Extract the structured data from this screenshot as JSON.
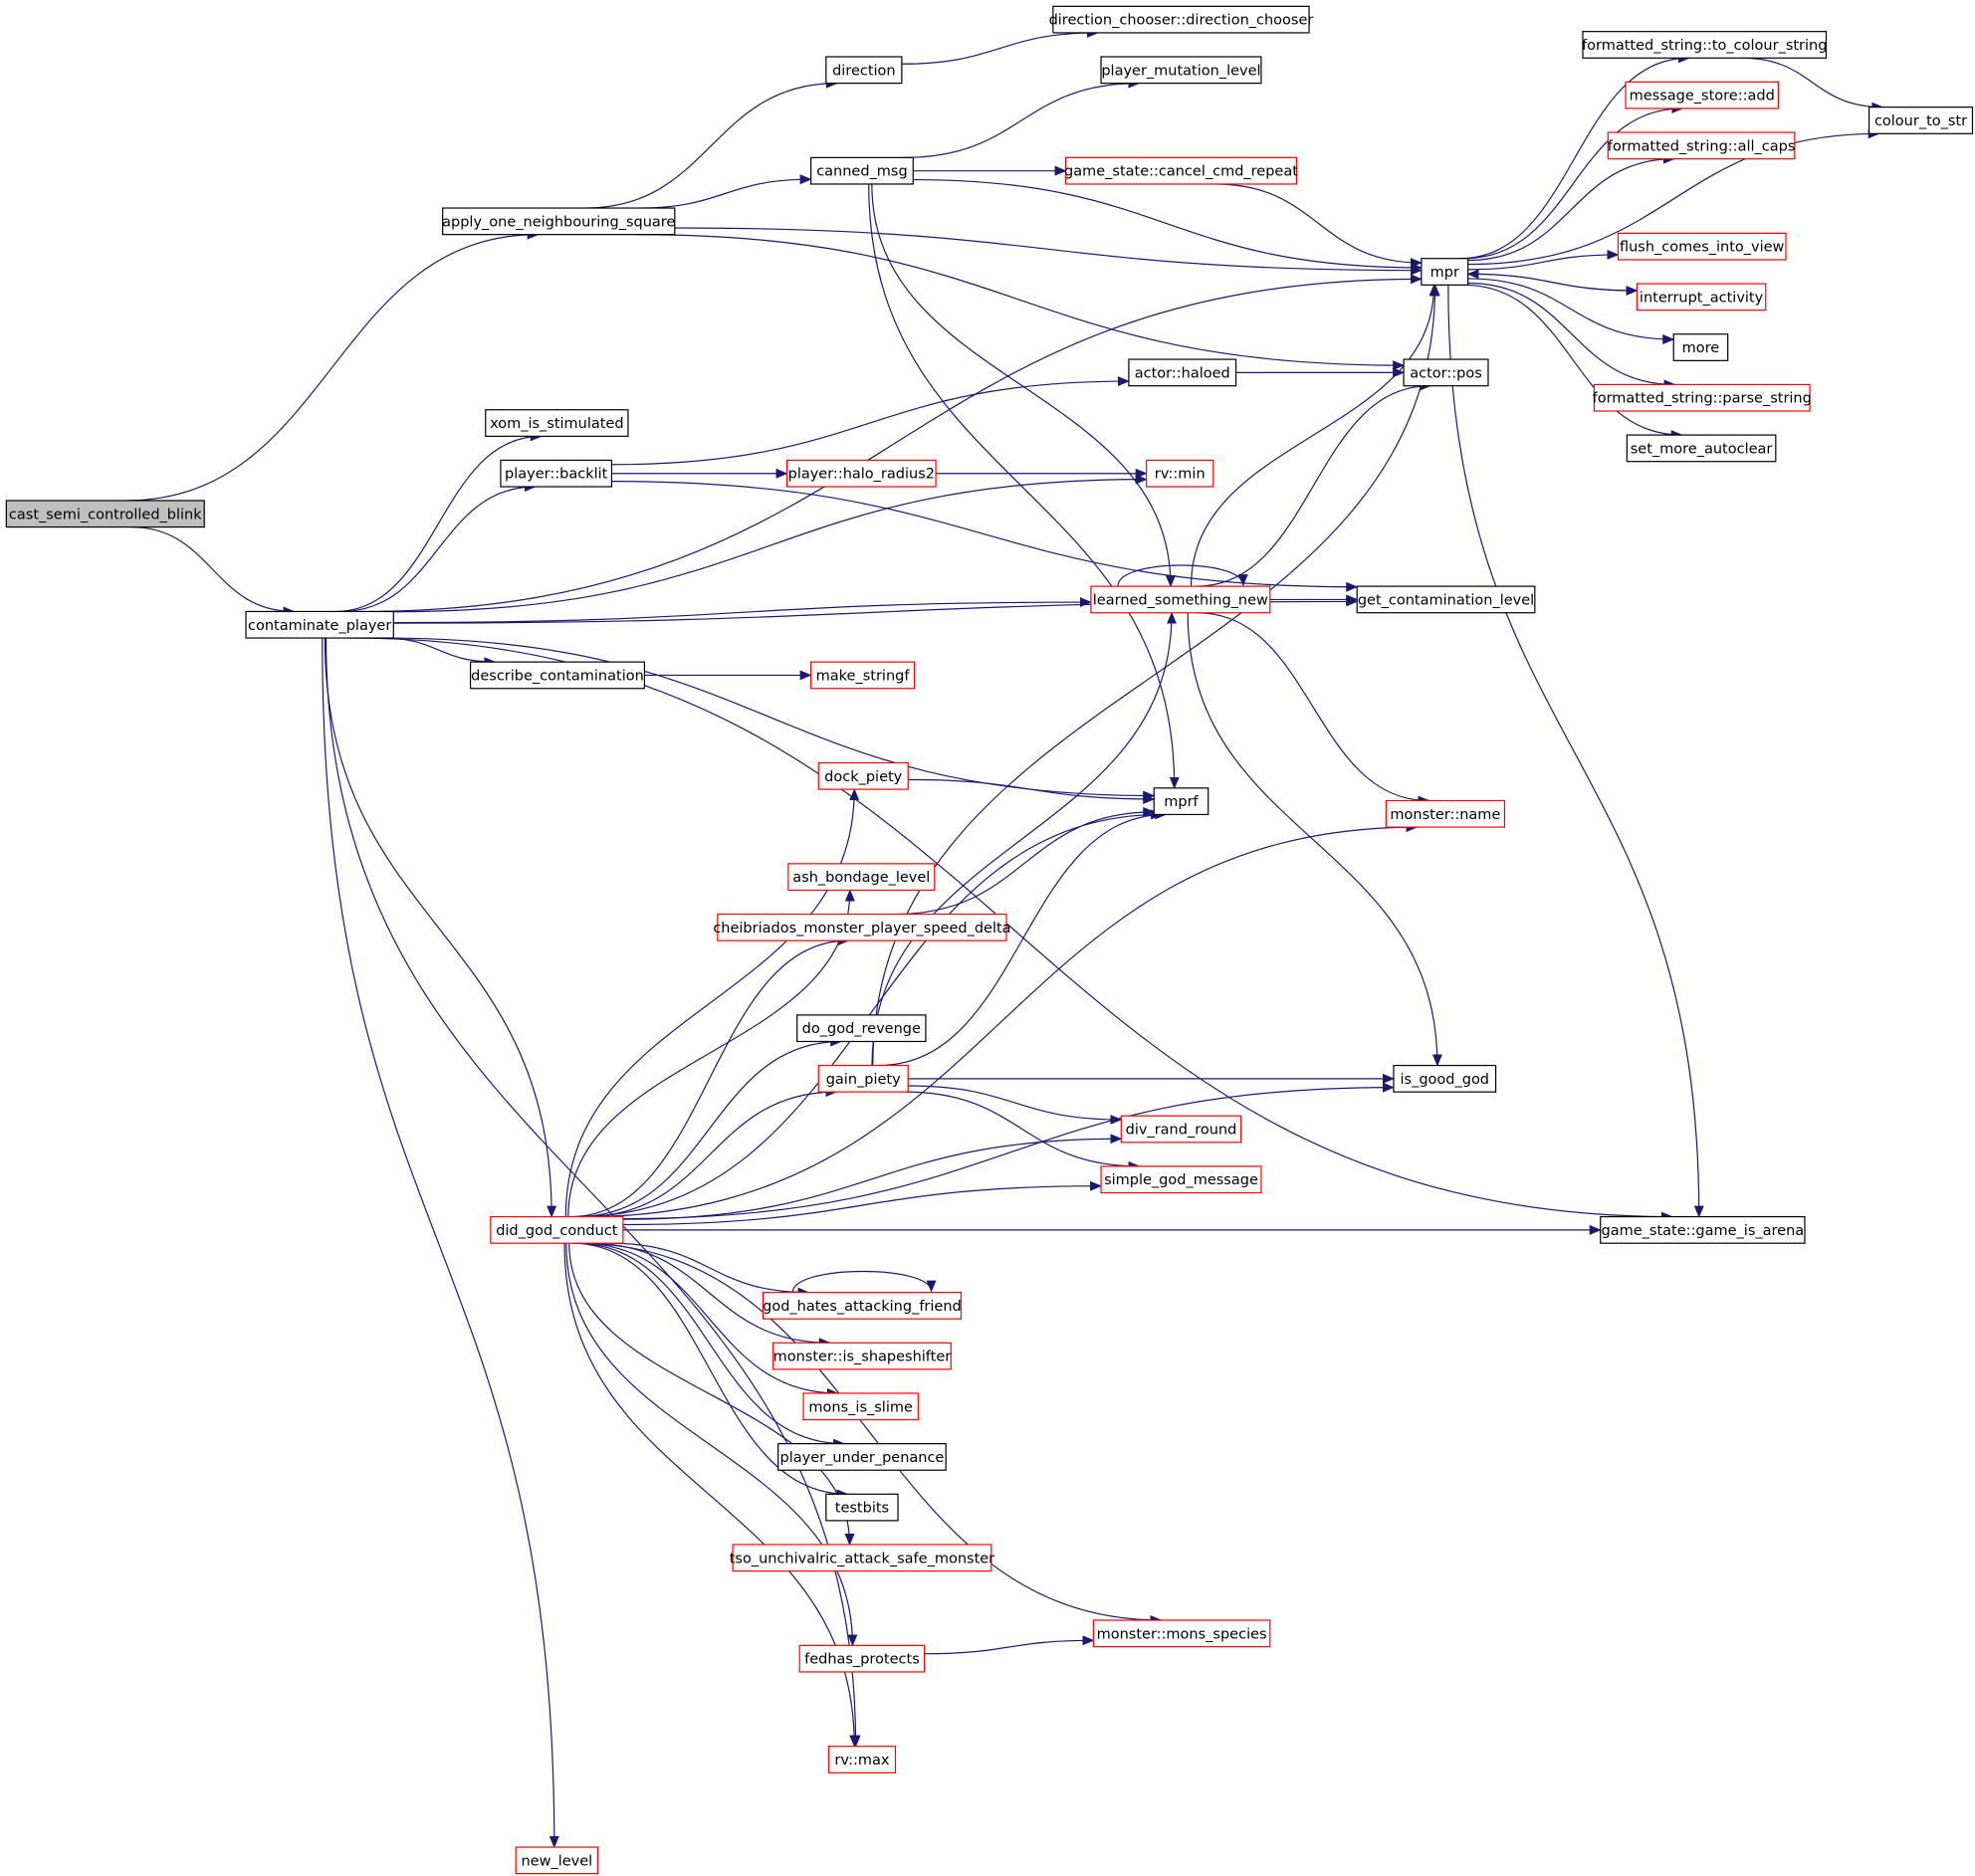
{
  "colors": {
    "edge": "#191970",
    "border_default": "#000000",
    "border_red": "#ff0000",
    "fill_root": "#bfbfbf",
    "fill_default": "#ffffff"
  },
  "nodes": [
    {
      "id": "cast_semi_controlled_blink",
      "label": "cast_semi_controlled_blink",
      "style": "root"
    },
    {
      "id": "contaminate_player",
      "label": "contaminate_player",
      "style": "black"
    },
    {
      "id": "apply_one_neighbouring_square",
      "label": "apply_one_neighbouring_square",
      "style": "black"
    },
    {
      "id": "direction",
      "label": "direction",
      "style": "black"
    },
    {
      "id": "direction_chooser",
      "label": "direction_chooser::direction_chooser",
      "style": "black"
    },
    {
      "id": "player_mutation_level",
      "label": "player_mutation_level",
      "style": "black"
    },
    {
      "id": "canned_msg",
      "label": "canned_msg",
      "style": "black"
    },
    {
      "id": "cancel_cmd_repeat",
      "label": "game_state::cancel_cmd_repeat",
      "style": "red"
    },
    {
      "id": "mpr",
      "label": "mpr",
      "style": "black"
    },
    {
      "id": "to_colour_string",
      "label": "formatted_string::to_colour_string",
      "style": "black"
    },
    {
      "id": "colour_to_str",
      "label": "colour_to_str",
      "style": "black"
    },
    {
      "id": "message_store_add",
      "label": "message_store::add",
      "style": "red"
    },
    {
      "id": "all_caps",
      "label": "formatted_string::all_caps",
      "style": "red"
    },
    {
      "id": "flush_comes_into_view",
      "label": "flush_comes_into_view",
      "style": "red"
    },
    {
      "id": "interrupt_activity",
      "label": "interrupt_activity",
      "style": "red"
    },
    {
      "id": "more",
      "label": "more",
      "style": "black"
    },
    {
      "id": "parse_string",
      "label": "formatted_string::parse_string",
      "style": "red"
    },
    {
      "id": "set_more_autoclear",
      "label": "set_more_autoclear",
      "style": "black"
    },
    {
      "id": "xom_is_stimulated",
      "label": "xom_is_stimulated",
      "style": "black"
    },
    {
      "id": "player_backlit",
      "label": "player::backlit",
      "style": "black"
    },
    {
      "id": "actor_haloed",
      "label": "actor::haloed",
      "style": "black"
    },
    {
      "id": "actor_pos",
      "label": "actor::pos",
      "style": "black"
    },
    {
      "id": "halo_radius2",
      "label": "player::halo_radius2",
      "style": "red"
    },
    {
      "id": "rv_min",
      "label": "rv::min",
      "style": "red"
    },
    {
      "id": "learned_something_new",
      "label": "learned_something_new",
      "style": "red"
    },
    {
      "id": "get_contamination_level",
      "label": "get_contamination_level",
      "style": "black"
    },
    {
      "id": "describe_contamination",
      "label": "describe_contamination",
      "style": "black"
    },
    {
      "id": "make_stringf",
      "label": "make_stringf",
      "style": "red"
    },
    {
      "id": "dock_piety",
      "label": "dock_piety",
      "style": "red"
    },
    {
      "id": "mprf",
      "label": "mprf",
      "style": "black"
    },
    {
      "id": "monster_name",
      "label": "monster::name",
      "style": "red"
    },
    {
      "id": "ash_bondage_level",
      "label": "ash_bondage_level",
      "style": "red"
    },
    {
      "id": "cheibriados",
      "label": "cheibriados_monster_player_speed_delta",
      "style": "red"
    },
    {
      "id": "do_god_revenge",
      "label": "do_god_revenge",
      "style": "black"
    },
    {
      "id": "gain_piety",
      "label": "gain_piety",
      "style": "red"
    },
    {
      "id": "is_good_god",
      "label": "is_good_god",
      "style": "black"
    },
    {
      "id": "div_rand_round",
      "label": "div_rand_round",
      "style": "red"
    },
    {
      "id": "simple_god_message",
      "label": "simple_god_message",
      "style": "red"
    },
    {
      "id": "did_god_conduct",
      "label": "did_god_conduct",
      "style": "red"
    },
    {
      "id": "game_is_arena",
      "label": "game_state::game_is_arena",
      "style": "black"
    },
    {
      "id": "god_hates_attacking_friend",
      "label": "god_hates_attacking_friend",
      "style": "red"
    },
    {
      "id": "is_shapeshifter",
      "label": "monster::is_shapeshifter",
      "style": "red"
    },
    {
      "id": "mons_is_slime",
      "label": "mons_is_slime",
      "style": "red"
    },
    {
      "id": "player_under_penance",
      "label": "player_under_penance",
      "style": "black"
    },
    {
      "id": "testbits",
      "label": "testbits",
      "style": "black"
    },
    {
      "id": "tso_unchivalric",
      "label": "tso_unchivalric_attack_safe_monster",
      "style": "red"
    },
    {
      "id": "mons_species",
      "label": "monster::mons_species",
      "style": "red"
    },
    {
      "id": "fedhas_protects",
      "label": "fedhas_protects",
      "style": "red"
    },
    {
      "id": "rv_max",
      "label": "rv::max",
      "style": "red"
    },
    {
      "id": "new_level",
      "label": "new_level",
      "style": "red"
    }
  ]
}
